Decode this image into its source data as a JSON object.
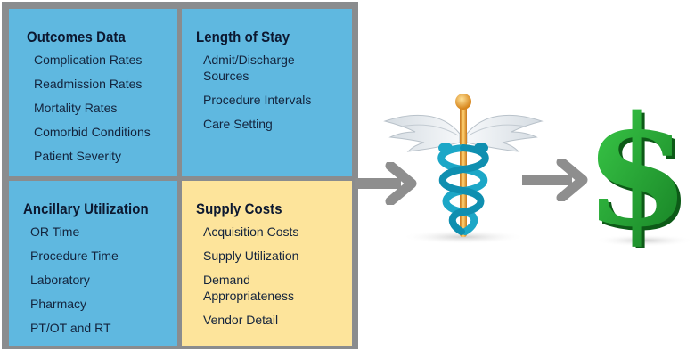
{
  "panels": {
    "outcomes": {
      "title": "Outcomes Data",
      "items": [
        "Complication Rates",
        "Readmission Rates",
        "Mortality Rates",
        "Comorbid Conditions",
        "Patient Severity"
      ]
    },
    "length_of_stay": {
      "title": "Length of Stay",
      "items": [
        "Admit/Discharge Sources",
        "Procedure Intervals",
        "Care Setting"
      ]
    },
    "ancillary": {
      "title": "Ancillary Utilization",
      "items": [
        "OR Time",
        "Procedure Time",
        "Laboratory",
        "Pharmacy",
        "PT/OT and RT"
      ]
    },
    "supply": {
      "title": "Supply Costs",
      "items": [
        "Acquisition Costs",
        "Supply Utilization",
        "Demand Appropriateness",
        "Vendor Detail"
      ]
    }
  },
  "colors": {
    "frame": "#8a8c8e",
    "blue_panel": "#5fb8e0",
    "yellow_panel": "#fde49b",
    "arrow": "#8e8e8e",
    "caduceus_teal": "#1ca7c7",
    "dollar_green": "#22a233"
  },
  "icons": [
    "caduceus-icon",
    "dollar-sign-icon",
    "right-arrow-icon"
  ]
}
